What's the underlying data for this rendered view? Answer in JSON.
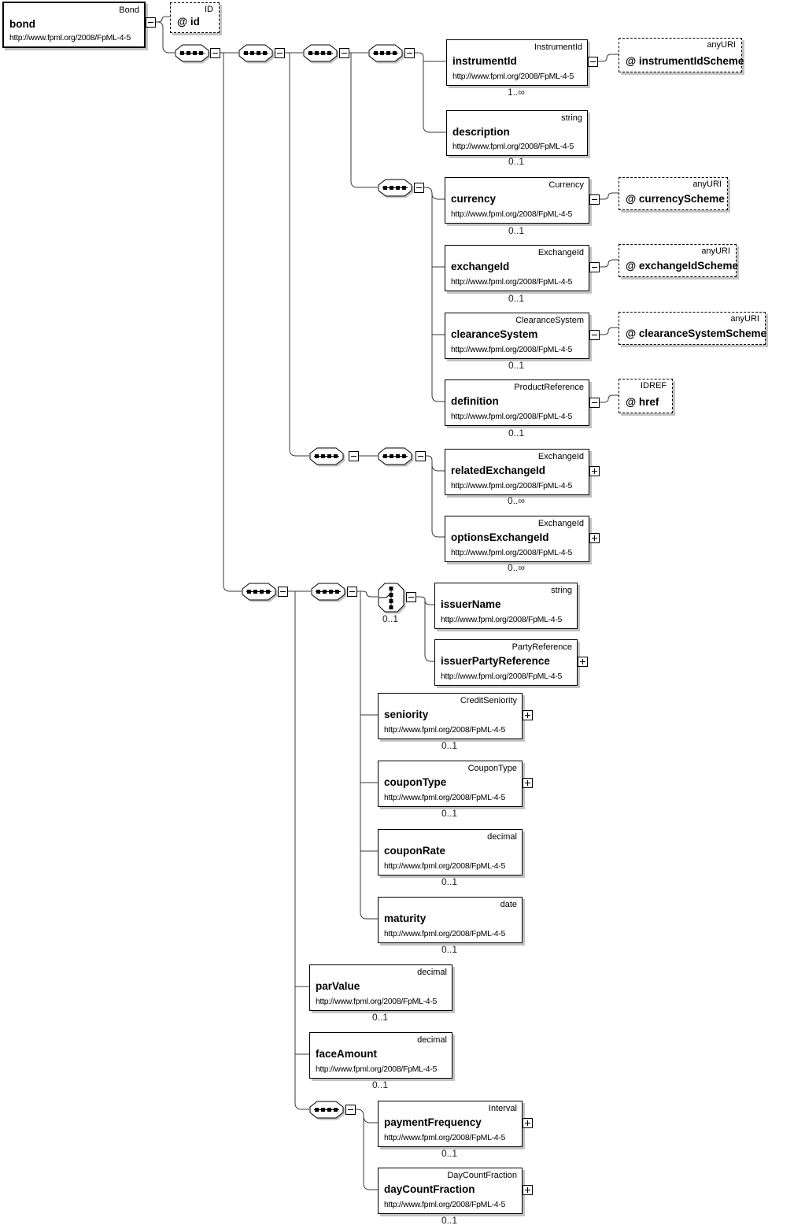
{
  "ns": "http://www.fpml.org/2008/FpML-4-5",
  "root": {
    "type": "Bond",
    "name": "bond"
  },
  "attributes": {
    "id": {
      "type": "ID",
      "name": "@ id"
    },
    "instrumentIdScheme": {
      "type": "anyURI",
      "name": "@ instrumentIdScheme"
    },
    "currencyScheme": {
      "type": "anyURI",
      "name": "@ currencyScheme"
    },
    "exchangeIdScheme": {
      "type": "anyURI",
      "name": "@ exchangeIdScheme"
    },
    "clearanceSystemScheme": {
      "type": "anyURI",
      "name": "@ clearanceSystemScheme"
    },
    "href": {
      "type": "IDREF",
      "name": "@ href"
    }
  },
  "elements": {
    "instrumentId": {
      "type": "InstrumentId",
      "name": "instrumentId",
      "cardinality": "1..∞"
    },
    "description": {
      "type": "string",
      "name": "description",
      "cardinality": "0..1"
    },
    "currency": {
      "type": "Currency",
      "name": "currency",
      "cardinality": "0..1"
    },
    "exchangeId": {
      "type": "ExchangeId",
      "name": "exchangeId",
      "cardinality": "0..1"
    },
    "clearanceSystem": {
      "type": "ClearanceSystem",
      "name": "clearanceSystem",
      "cardinality": "0..1"
    },
    "definition": {
      "type": "ProductReference",
      "name": "definition",
      "cardinality": "0..1"
    },
    "relatedExchangeId": {
      "type": "ExchangeId",
      "name": "relatedExchangeId",
      "cardinality": "0..∞"
    },
    "optionsExchangeId": {
      "type": "ExchangeId",
      "name": "optionsExchangeId",
      "cardinality": "0..∞"
    },
    "issuerName": {
      "type": "string",
      "name": "issuerName"
    },
    "issuerPartyReference": {
      "type": "PartyReference",
      "name": "issuerPartyReference"
    },
    "seniority": {
      "type": "CreditSeniority",
      "name": "seniority",
      "cardinality": "0..1"
    },
    "couponType": {
      "type": "CouponType",
      "name": "couponType",
      "cardinality": "0..1"
    },
    "couponRate": {
      "type": "decimal",
      "name": "couponRate",
      "cardinality": "0..1"
    },
    "maturity": {
      "type": "date",
      "name": "maturity",
      "cardinality": "0..1"
    },
    "parValue": {
      "type": "decimal",
      "name": "parValue",
      "cardinality": "0..1"
    },
    "faceAmount": {
      "type": "decimal",
      "name": "faceAmount",
      "cardinality": "0..1"
    },
    "paymentFrequency": {
      "type": "Interval",
      "name": "paymentFrequency",
      "cardinality": "0..1"
    },
    "dayCountFraction": {
      "type": "DayCountFraction",
      "name": "dayCountFraction",
      "cardinality": "0..1"
    }
  },
  "choice": {
    "cardinality": "0..1"
  },
  "icons": {
    "sequence": "sequence-compositor",
    "choice": "choice-compositor",
    "collapse": "−",
    "expand": "+"
  },
  "colors": {
    "line": "#3a3a3a",
    "shadow": "#c3c3c3",
    "box_bg": "#ffffff",
    "text": "#000000"
  }
}
